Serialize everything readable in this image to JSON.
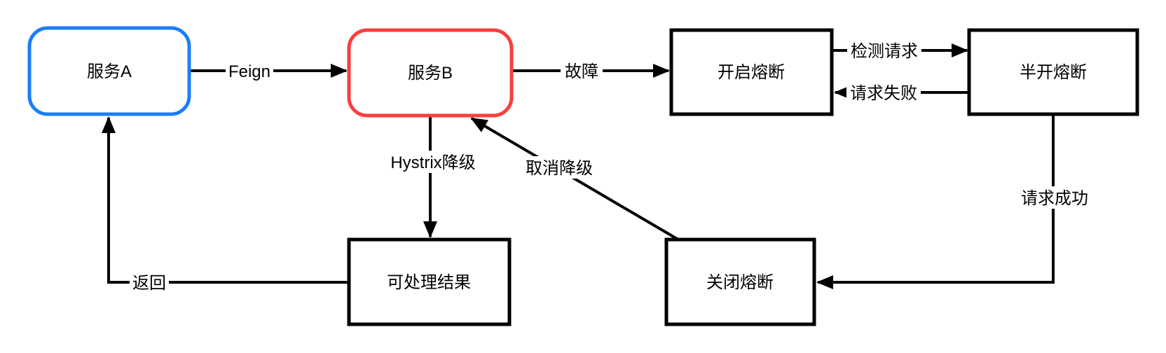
{
  "diagram": {
    "background_color": "#ffffff",
    "line_color": "#000000",
    "nodes": {
      "service_a": {
        "label": "服务A",
        "border_color": "#1b7ef8",
        "shape": "rounded"
      },
      "service_b": {
        "label": "服务B",
        "border_color": "#fa3e3e",
        "shape": "rounded"
      },
      "open_breaker": {
        "label": "开启熔断",
        "border_color": "#000000",
        "shape": "rect"
      },
      "half_open_breaker": {
        "label": "半开熔断",
        "border_color": "#000000",
        "shape": "rect"
      },
      "result": {
        "label": "可处理结果",
        "border_color": "#000000",
        "shape": "rect"
      },
      "close_breaker": {
        "label": "关闭熔断",
        "border_color": "#000000",
        "shape": "rect"
      }
    },
    "edges": {
      "feign": {
        "label": "Feign",
        "from": "service_a",
        "to": "service_b"
      },
      "fault": {
        "label": "故障",
        "from": "service_b",
        "to": "open_breaker"
      },
      "detect_request": {
        "label": "检测请求",
        "from": "open_breaker",
        "to": "half_open_breaker"
      },
      "request_fail": {
        "label": "请求失败",
        "from": "half_open_breaker",
        "to": "open_breaker"
      },
      "hystrix_downgrade": {
        "label": "Hystrix降级",
        "from": "service_b",
        "to": "result"
      },
      "cancel_downgrade": {
        "label": "取消降级",
        "from": "close_breaker",
        "to": "service_b"
      },
      "request_success": {
        "label": "请求成功",
        "from": "half_open_breaker",
        "to": "close_breaker"
      },
      "return": {
        "label": "返回",
        "from": "result",
        "to": "service_a"
      }
    }
  }
}
